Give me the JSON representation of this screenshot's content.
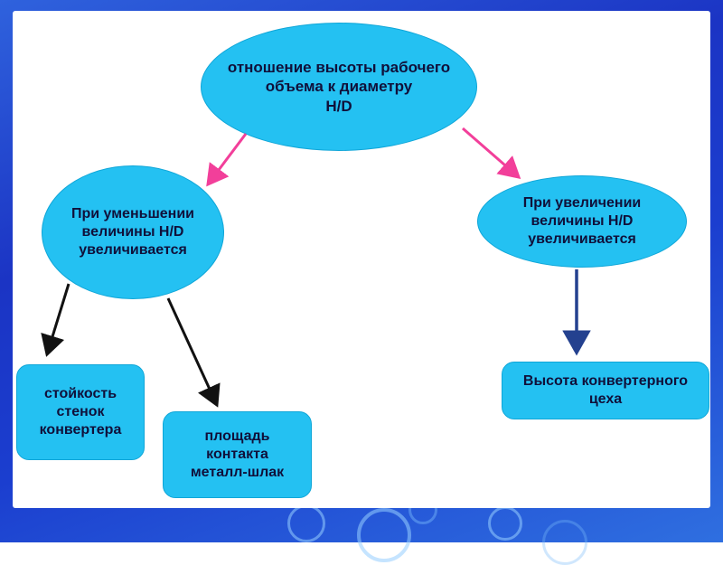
{
  "slide": {
    "type": "flow-diagram",
    "background_frame_color": "#1b34c4",
    "canvas_color": "#ffffff",
    "node_fill_color": "#24c1f2",
    "text_color": "#10103a",
    "arrow_colors": {
      "pink": "#f23f9a",
      "black": "#111111",
      "navy": "#24418f"
    }
  },
  "nodes": {
    "top": {
      "line1": "отношение высоты рабочего объема к диаметру",
      "line2": "H/D"
    },
    "left": {
      "text": "При уменьшении величины H/D увеличивается"
    },
    "right": {
      "text": "При увеличении величины H/D увеличивается"
    },
    "box_left": {
      "text": "стойкость стенок конвертера"
    },
    "box_mid": {
      "text": "площадь контакта металл-шлак"
    },
    "box_right": {
      "text": "Высота конвертерного цеха"
    }
  },
  "edges": [
    {
      "from": "top",
      "to": "left",
      "color": "pink"
    },
    {
      "from": "top",
      "to": "right",
      "color": "pink"
    },
    {
      "from": "left",
      "to": "box_left",
      "color": "black"
    },
    {
      "from": "left",
      "to": "box_mid",
      "color": "black"
    },
    {
      "from": "right",
      "to": "box_right",
      "color": "navy"
    }
  ]
}
